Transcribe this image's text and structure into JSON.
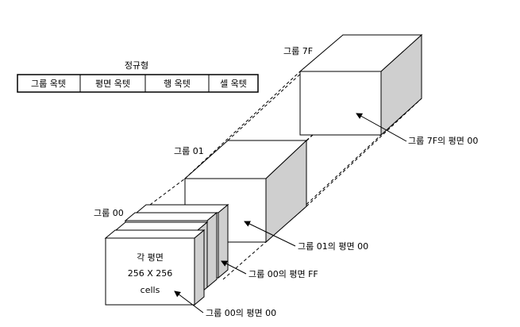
{
  "format": {
    "title": "정규형",
    "fields": [
      "그룹 옥텟",
      "평면 옥텟",
      "행 옥텟",
      "셀 옥텟"
    ]
  },
  "labels": {
    "group_7f": "그룹 7F",
    "group_01": "그룹 01",
    "group_00": "그룹 00",
    "group_7f_plane_00": "그룹 7F의 평면 00",
    "group_01_plane_00": "그룹 01의 평면 00",
    "group_00_plane_ff": "그룹 00의 평면 FF",
    "group_00_plane_00": "그룹 00의 평면 00"
  },
  "plane_box": {
    "line1": "각 평면",
    "line2": "256 X 256",
    "line3": "cells"
  }
}
